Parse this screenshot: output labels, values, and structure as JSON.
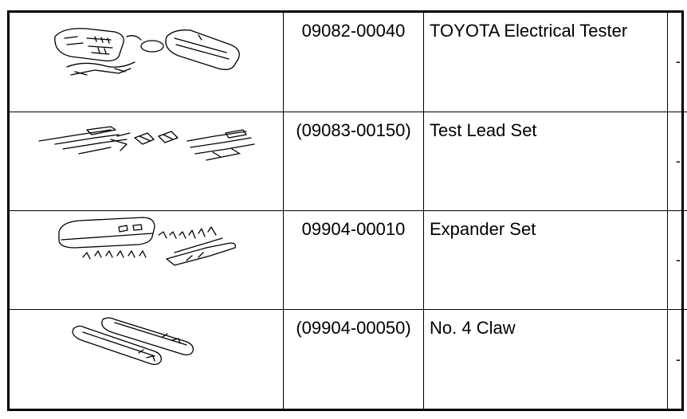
{
  "tools": [
    {
      "part_no": "09082-00040",
      "name": "TOYOTA Electrical Tester",
      "note": "-",
      "icon": "electrical-tester-icon"
    },
    {
      "part_no": "(09083-00150)",
      "name": "Test Lead Set",
      "note": "-",
      "icon": "test-lead-set-icon"
    },
    {
      "part_no": "09904-00010",
      "name": "Expander Set",
      "note": "-",
      "icon": "expander-set-icon"
    },
    {
      "part_no": "(09904-00050)",
      "name": "No. 4 Claw",
      "note": "-",
      "icon": "claw-icon"
    }
  ]
}
